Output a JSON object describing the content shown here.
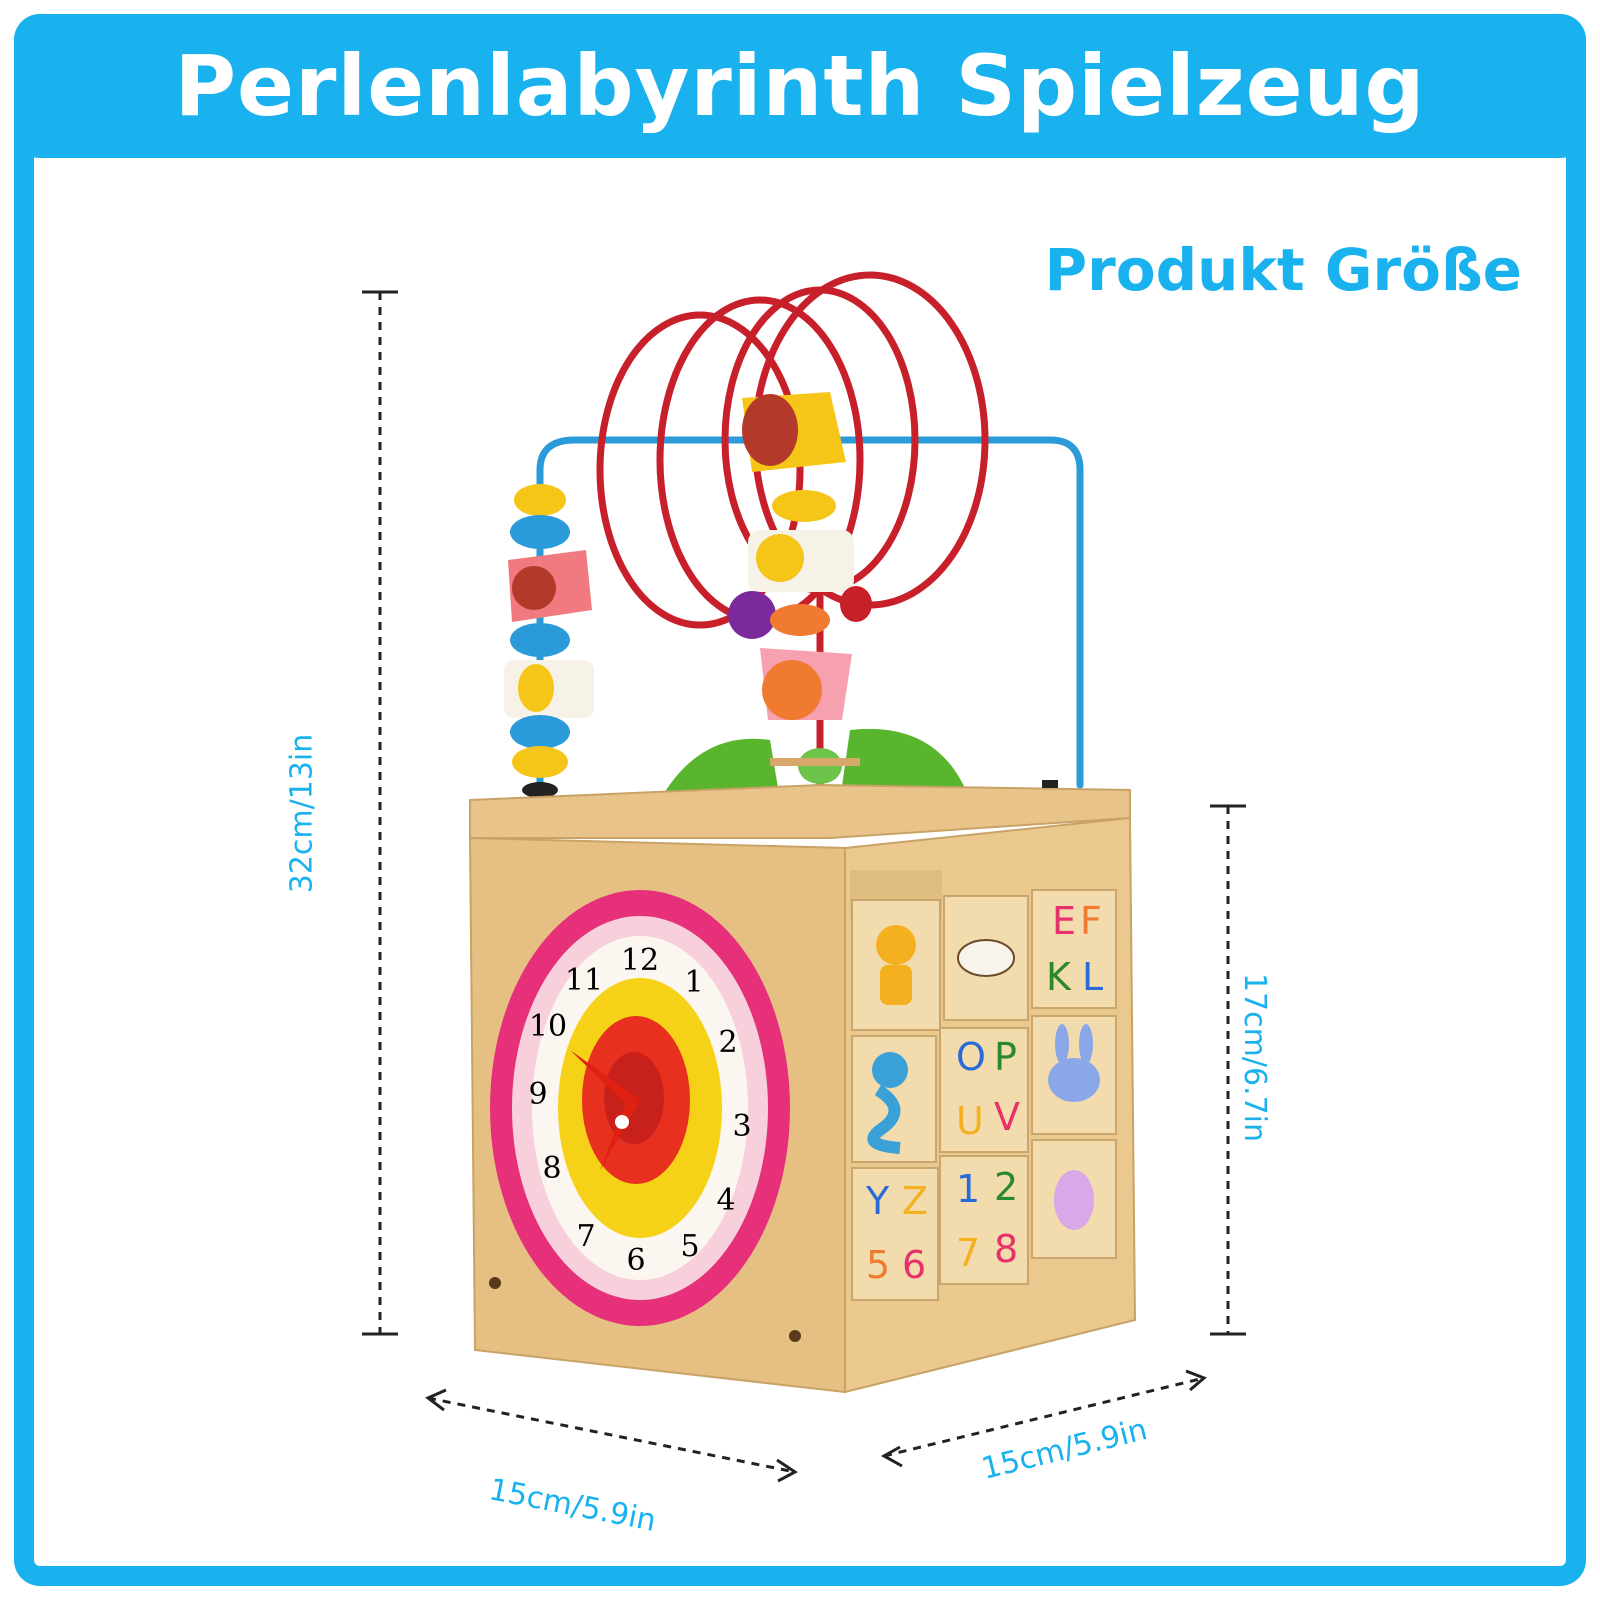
{
  "header": {
    "title": "Perlenlabyrinth Spielzeug"
  },
  "subtitle": "Produkt Größe",
  "dimensions": {
    "height": "32cm/13in",
    "front_height": "17cm/6.7in",
    "width_left": "15cm/5.9in",
    "width_right": "15cm/5.9in"
  },
  "clock": {
    "numbers": [
      "12",
      "1",
      "2",
      "3",
      "4",
      "5",
      "6",
      "7",
      "8",
      "9",
      "10",
      "11"
    ]
  },
  "blocks": {
    "row1": [
      "",
      "",
      "E F K L"
    ],
    "row2": [
      "",
      "O P U V",
      ""
    ],
    "row3": [
      "Y Z 5 6",
      "1 2 7 8",
      ""
    ]
  },
  "colors": {
    "accent": "#1ab2ee",
    "wood": "#e8c48a",
    "clock_ring": "#e6307a",
    "wire_red": "#c8202a",
    "wire_blue": "#2a9ad8"
  }
}
